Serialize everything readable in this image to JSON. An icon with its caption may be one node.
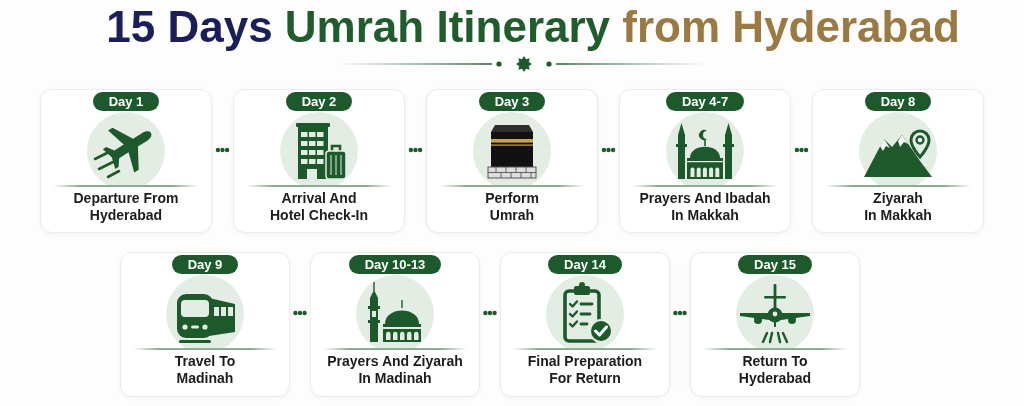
{
  "diagram": {
    "title": "15 Days Umrah Itinerary from Hyderabad",
    "nodes": [
      {
        "text": [
          "Day 1",
          "Departure From Hyderabad"
        ]
      },
      {
        "text": [
          "Day 2",
          "Arrival And Hotel Check-In"
        ]
      },
      {
        "text": [
          "Day 3",
          "Perform Umrah"
        ]
      },
      {
        "text": [
          "Day 4-7",
          "Prayers And Ibadah In Makkah"
        ]
      },
      {
        "text": [
          "Day 8",
          "Ziyarah In Makkah"
        ]
      },
      {
        "text": [
          "Day 9",
          "Travel To Madinah"
        ]
      },
      {
        "text": [
          "Day 10-13",
          "Prayers And Ziyarah In Madinah"
        ]
      },
      {
        "text": [
          "Day 14",
          "Final Preparation For Return"
        ]
      },
      {
        "text": [
          "Day 15",
          "Return To Hyderabad"
        ]
      }
    ],
    "edges": [
      {
        "from": 0,
        "to": 1,
        "arrow": "none"
      },
      {
        "from": 1,
        "to": 2,
        "arrow": "none"
      },
      {
        "from": 2,
        "to": 3,
        "arrow": "none"
      },
      {
        "from": 3,
        "to": 4,
        "arrow": "none"
      },
      {
        "from": 5,
        "to": 6,
        "arrow": "none"
      },
      {
        "from": 6,
        "to": 7,
        "arrow": "none"
      },
      {
        "from": 7,
        "to": 8,
        "arrow": "none"
      }
    ]
  }
}
